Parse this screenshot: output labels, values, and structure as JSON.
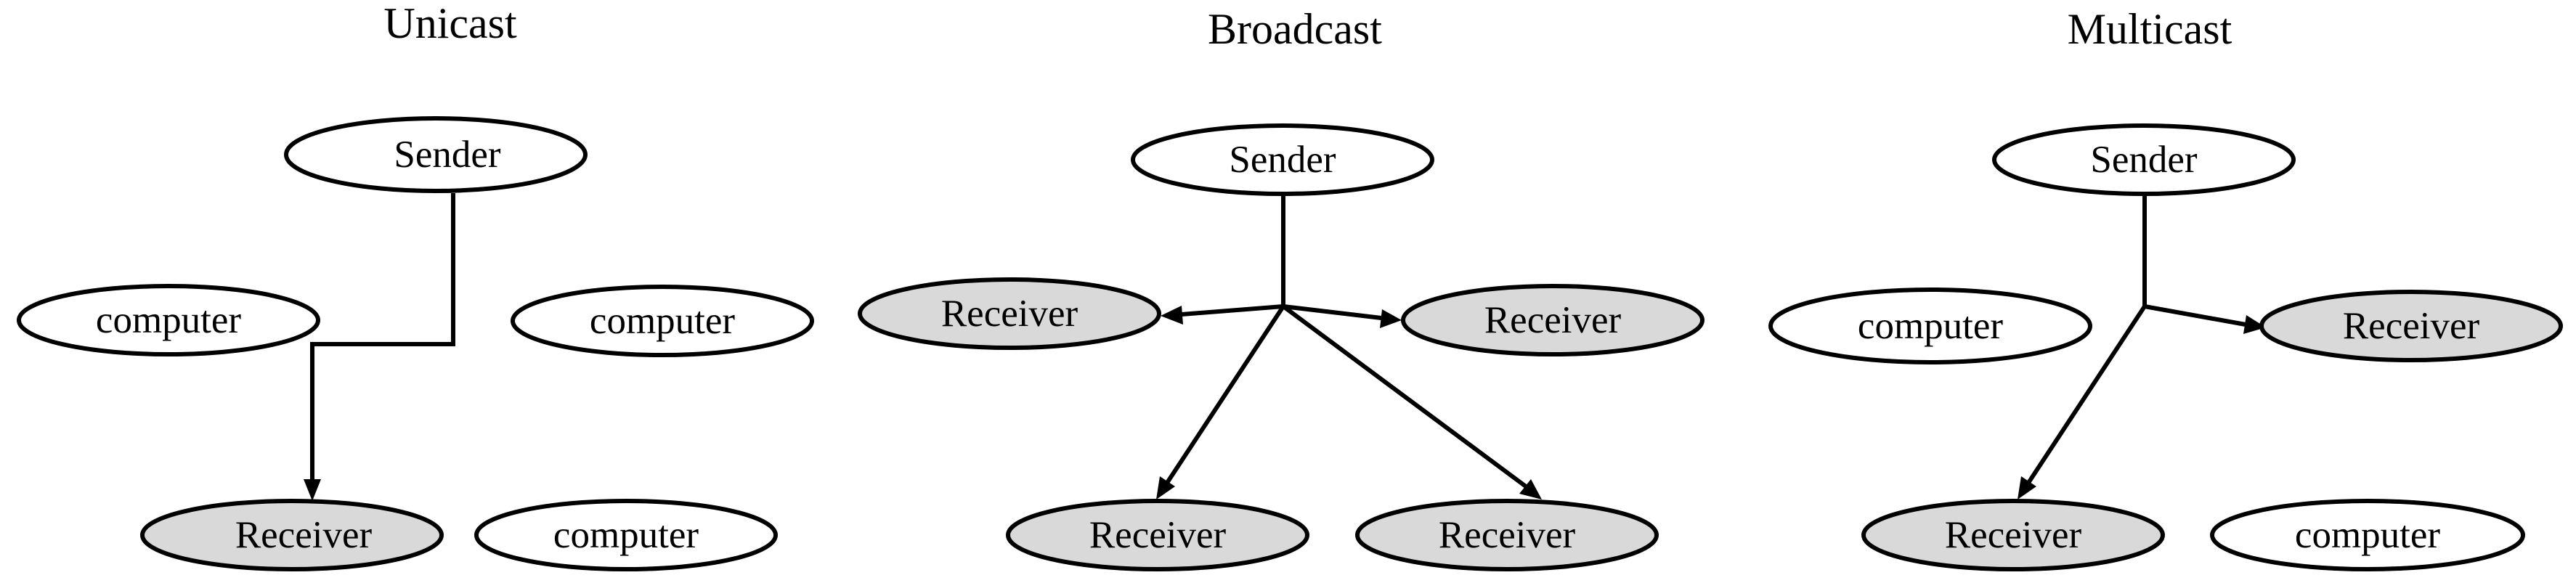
{
  "panels": [
    {
      "id": "unicast",
      "title": "Unicast",
      "nodes": [
        {
          "id": "u-sender",
          "label": "Sender",
          "kind": "sender"
        },
        {
          "id": "u-computer-1",
          "label": "computer",
          "kind": "computer"
        },
        {
          "id": "u-computer-2",
          "label": "computer",
          "kind": "computer"
        },
        {
          "id": "u-receiver-1",
          "label": "Receiver",
          "kind": "receiver"
        },
        {
          "id": "u-computer-3",
          "label": "computer",
          "kind": "computer"
        }
      ]
    },
    {
      "id": "broadcast",
      "title": "Broadcast",
      "nodes": [
        {
          "id": "b-sender",
          "label": "Sender",
          "kind": "sender"
        },
        {
          "id": "b-receiver-1",
          "label": "Receiver",
          "kind": "receiver"
        },
        {
          "id": "b-receiver-2",
          "label": "Receiver",
          "kind": "receiver"
        },
        {
          "id": "b-receiver-3",
          "label": "Receiver",
          "kind": "receiver"
        },
        {
          "id": "b-receiver-4",
          "label": "Receiver",
          "kind": "receiver"
        }
      ]
    },
    {
      "id": "multicast",
      "title": "Multicast",
      "nodes": [
        {
          "id": "m-sender",
          "label": "Sender",
          "kind": "sender"
        },
        {
          "id": "m-computer-1",
          "label": "computer",
          "kind": "computer"
        },
        {
          "id": "m-receiver-1",
          "label": "Receiver",
          "kind": "receiver"
        },
        {
          "id": "m-receiver-2",
          "label": "Receiver",
          "kind": "receiver"
        },
        {
          "id": "m-computer-2",
          "label": "computer",
          "kind": "computer"
        }
      ]
    }
  ],
  "colors": {
    "receiver_fill": "#d9d9d9",
    "node_fill": "#ffffff",
    "stroke": "#000000"
  }
}
